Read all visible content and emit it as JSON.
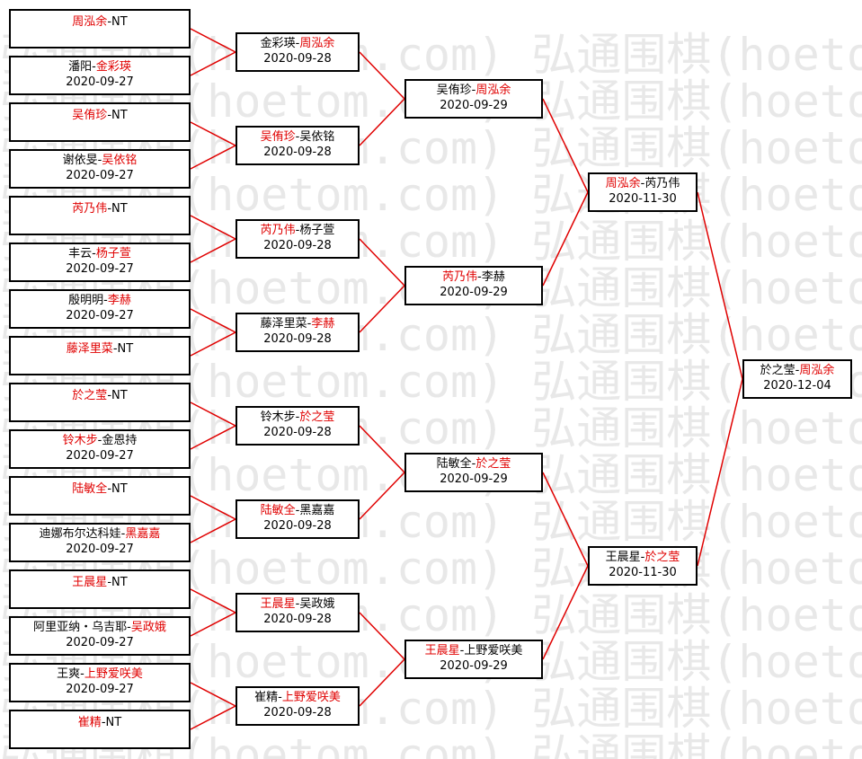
{
  "watermark": "弘通围棋(hoetom.com) 弘通围棋(hoetom.com)",
  "colors": {
    "winner": "#e00000",
    "line": "#e00000",
    "border": "#000000"
  },
  "round1": [
    {
      "a": "周泓余",
      "b": "NT",
      "winner": "a",
      "date": ""
    },
    {
      "a": "潘阳",
      "b": "金彩瑛",
      "winner": "b",
      "date": "2020-09-27"
    },
    {
      "a": "吴侑珍",
      "b": "NT",
      "winner": "a",
      "date": ""
    },
    {
      "a": "谢依旻",
      "b": "吴依铭",
      "winner": "b",
      "date": "2020-09-27"
    },
    {
      "a": "芮乃伟",
      "b": "NT",
      "winner": "a",
      "date": ""
    },
    {
      "a": "丰云",
      "b": "杨子萱",
      "winner": "b",
      "date": "2020-09-27"
    },
    {
      "a": "殷明明",
      "b": "李赫",
      "winner": "b",
      "date": "2020-09-27"
    },
    {
      "a": "藤泽里菜",
      "b": "NT",
      "winner": "a",
      "date": ""
    },
    {
      "a": "於之莹",
      "b": "NT",
      "winner": "a",
      "date": ""
    },
    {
      "a": "铃木步",
      "b": "金恩持",
      "winner": "a",
      "date": "2020-09-27"
    },
    {
      "a": "陆敏全",
      "b": "NT",
      "winner": "a",
      "date": ""
    },
    {
      "a": "迪娜布尔达科娃",
      "b": "黑嘉嘉",
      "winner": "b",
      "date": "2020-09-27"
    },
    {
      "a": "王晨星",
      "b": "NT",
      "winner": "a",
      "date": ""
    },
    {
      "a": "阿里亚纳・乌吉耶",
      "b": "吴政娥",
      "winner": "b",
      "date": "2020-09-27"
    },
    {
      "a": "王爽",
      "b": "上野爱咲美",
      "winner": "b",
      "date": "2020-09-27"
    },
    {
      "a": "崔精",
      "b": "NT",
      "winner": "a",
      "date": ""
    }
  ],
  "round2": [
    {
      "a": "金彩瑛",
      "b": "周泓余",
      "winner": "b",
      "date": "2020-09-28"
    },
    {
      "a": "吴侑珍",
      "b": "吴依铭",
      "winner": "a",
      "date": "2020-09-28"
    },
    {
      "a": "芮乃伟",
      "b": "杨子萱",
      "winner": "a",
      "date": "2020-09-28"
    },
    {
      "a": "藤泽里菜",
      "b": "李赫",
      "winner": "b",
      "date": "2020-09-28"
    },
    {
      "a": "铃木步",
      "b": "於之莹",
      "winner": "b",
      "date": "2020-09-28"
    },
    {
      "a": "陆敏全",
      "b": "黑嘉嘉",
      "winner": "a",
      "date": "2020-09-28"
    },
    {
      "a": "王晨星",
      "b": "吴政娥",
      "winner": "a",
      "date": "2020-09-28"
    },
    {
      "a": "崔精",
      "b": "上野爱咲美",
      "winner": "b",
      "date": "2020-09-28"
    }
  ],
  "round3": [
    {
      "a": "吴侑珍",
      "b": "周泓余",
      "winner": "b",
      "date": "2020-09-29"
    },
    {
      "a": "芮乃伟",
      "b": "李赫",
      "winner": "a",
      "date": "2020-09-29"
    },
    {
      "a": "陆敏全",
      "b": "於之莹",
      "winner": "b",
      "date": "2020-09-29"
    },
    {
      "a": "王晨星",
      "b": "上野爱咲美",
      "winner": "a",
      "date": "2020-09-29"
    }
  ],
  "round4": [
    {
      "a": "周泓余",
      "b": "芮乃伟",
      "winner": "a",
      "date": "2020-11-30"
    },
    {
      "a": "王晨星",
      "b": "於之莹",
      "winner": "b",
      "date": "2020-11-30"
    }
  ],
  "final": [
    {
      "a": "於之莹",
      "b": "周泓余",
      "winner": "b",
      "date": "2020-12-04"
    }
  ]
}
